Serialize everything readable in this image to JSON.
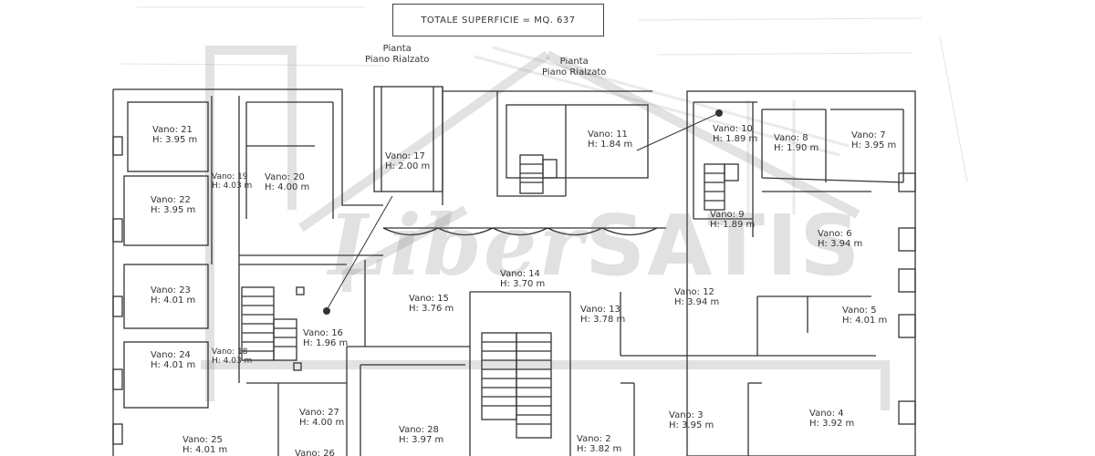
{
  "header": {
    "total_surface": "TOTALE SUPERFICIE   = MQ. 637"
  },
  "plan_labels": {
    "left_title_line1": "Pianta",
    "left_title_line2": "Piano Rialzato",
    "right_title_line1": "Pianta",
    "right_title_line2": "Piano Rialzato"
  },
  "watermark": {
    "part1": "Liber",
    "part2": "SATIS"
  },
  "rooms": [
    {
      "name": "Vano: 21",
      "height": "H: 3.95  m"
    },
    {
      "name": "Vano: 22",
      "height": "H: 3.95  m"
    },
    {
      "name": "Vano: 23",
      "height": "H: 4.01  m"
    },
    {
      "name": "Vano: 24",
      "height": "H: 4.01  m"
    },
    {
      "name": "Vano: 25",
      "height": "H: 4.01  m"
    },
    {
      "name": "Vano: 19",
      "height": "H: 4.03  m"
    },
    {
      "name": "Vano: 18",
      "height": "H: 4.03  m"
    },
    {
      "name": "Vano: 20",
      "height": "H: 4.00  m"
    },
    {
      "name": "Vano: 17",
      "height": "H: 2.00  m"
    },
    {
      "name": "Vano: 16",
      "height": "H: 1.96  m"
    },
    {
      "name": "Vano: 27",
      "height": "H: 4.00  m"
    },
    {
      "name": "Vano: 28",
      "height": "H: 3.97  m"
    },
    {
      "name": "Vano: 15",
      "height": "H: 3.76  m"
    },
    {
      "name": "Vano: 14",
      "height": "H: 3.70  m"
    },
    {
      "name": "Vano: 13",
      "height": "H: 3.78  m"
    },
    {
      "name": "Vano: 11",
      "height": "H: 1.84  m"
    },
    {
      "name": "Vano: 2",
      "height": "H: 3.82  m"
    },
    {
      "name": "Vano: 10",
      "height": "H: 1.89  m"
    },
    {
      "name": "Vano: 9",
      "height": "H: 1.89  m"
    },
    {
      "name": "Vano: 8",
      "height": "H: 1.90  m"
    },
    {
      "name": "Vano: 7",
      "height": "H: 3.95  m"
    },
    {
      "name": "Vano: 6",
      "height": "H: 3.94  m"
    },
    {
      "name": "Vano: 12",
      "height": "H: 3.94  m"
    },
    {
      "name": "Vano: 5",
      "height": "H: 4.01  m"
    },
    {
      "name": "Vano: 3",
      "height": "H: 3.95  m"
    },
    {
      "name": "Vano: 4",
      "height": "H: 3.92  m"
    },
    {
      "name": "Vano: 26",
      "height": ""
    }
  ]
}
